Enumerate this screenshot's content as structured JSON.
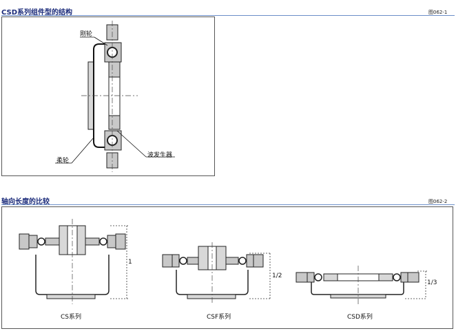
{
  "section1": {
    "title": "CSD系列组件型的结构",
    "figure_id": "图062-1",
    "labels": {
      "circular_spline": "刚轮",
      "flexspline": "柔轮",
      "wave_generator": "波发生器"
    }
  },
  "section2": {
    "title": "轴向长度的比较",
    "figure_id": "图062-2",
    "items": [
      {
        "caption": "CS系列",
        "ratio": "1"
      },
      {
        "caption": "CSF系列",
        "ratio": "1/2"
      },
      {
        "caption": "CSD系列",
        "ratio": "1/3"
      }
    ]
  },
  "colors": {
    "title": "#1a2a7a",
    "rule": "#6a8dc8",
    "part_fill": "#c8c8c8",
    "line": "#222222"
  }
}
